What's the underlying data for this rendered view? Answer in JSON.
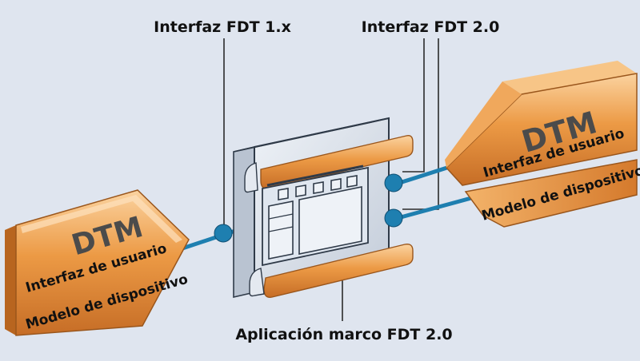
{
  "labels": {
    "fdt1": "Interfaz FDT 1.x",
    "fdt2": "Interfaz FDT 2.0",
    "frame_app": "Aplicación marco FDT 2.0"
  },
  "dtm_left": {
    "title": "DTM",
    "ui": "Interfaz de usuario",
    "model": "Modelo de dispositivo"
  },
  "dtm_right": {
    "title": "DTM",
    "ui": "Interfaz de usuario",
    "model": "Modelo de dispositivo"
  },
  "colors": {
    "background": "#dfe5ef",
    "orange": "#e8923a",
    "orange_light": "#f6c48a",
    "orange_dark": "#a85a1e",
    "connector": "#1e7fb0",
    "frame": "#d2dae6",
    "frame_edge": "#2f3a48"
  }
}
